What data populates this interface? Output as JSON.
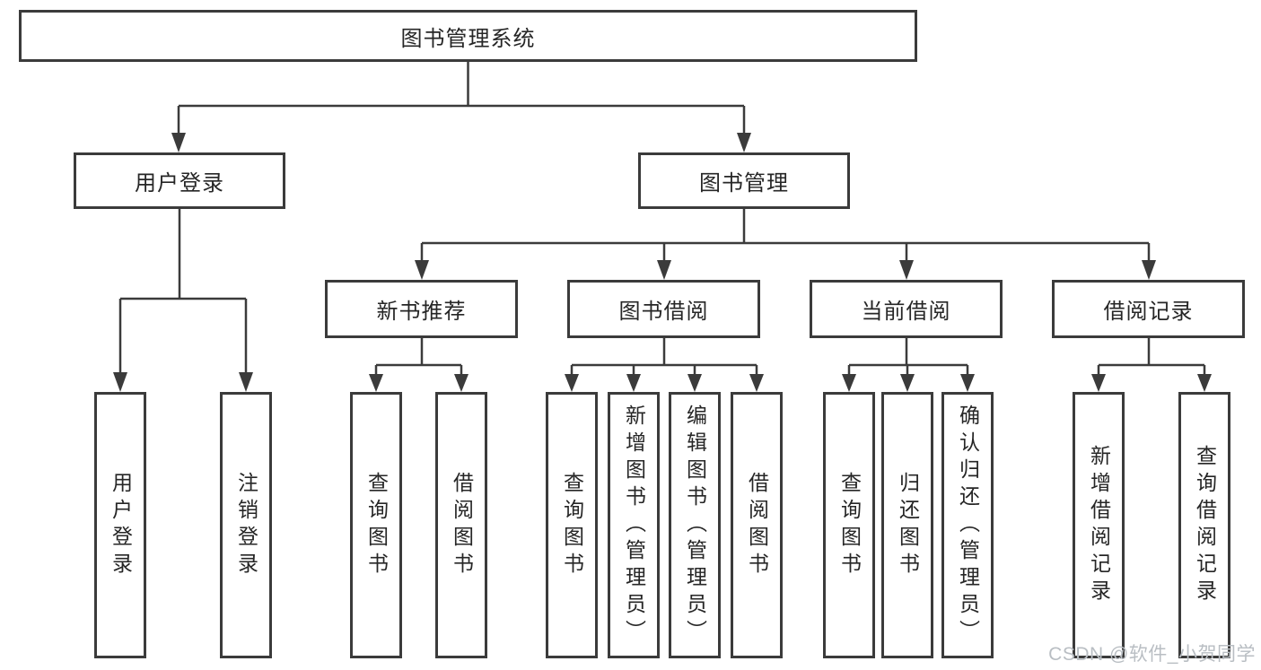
{
  "nodes": {
    "root": "图书管理系统",
    "user_login": "用户登录",
    "book_management": "图书管理",
    "new_book_recommend": "新书推荐",
    "book_borrow": "图书借阅",
    "current_borrow": "当前借阅",
    "borrow_records": "借阅记录",
    "leaf_user_login": "用户登录",
    "leaf_logout": "注销登录",
    "nb_query_book": "查询图书",
    "nb_borrow_book": "借阅图书",
    "bb_query_book": "查询图书",
    "bb_add_book_admin": "新增图书（管理员）",
    "bb_edit_book_admin": "编辑图书（管理员）",
    "bb_borrow_book": "借阅图书",
    "cb_query_book": "查询图书",
    "cb_return_book": "归还图书",
    "cb_confirm_return_admin": "确认归还（管理员）",
    "br_add_record": "新增借阅记录",
    "br_query_record": "查询借阅记录"
  },
  "watermark": "CSDN @软件_小贺同学",
  "colors": {
    "line": "#3b3b3b",
    "text": "#262626",
    "watermark": "#b9bec3",
    "bg": "#ffffff"
  }
}
